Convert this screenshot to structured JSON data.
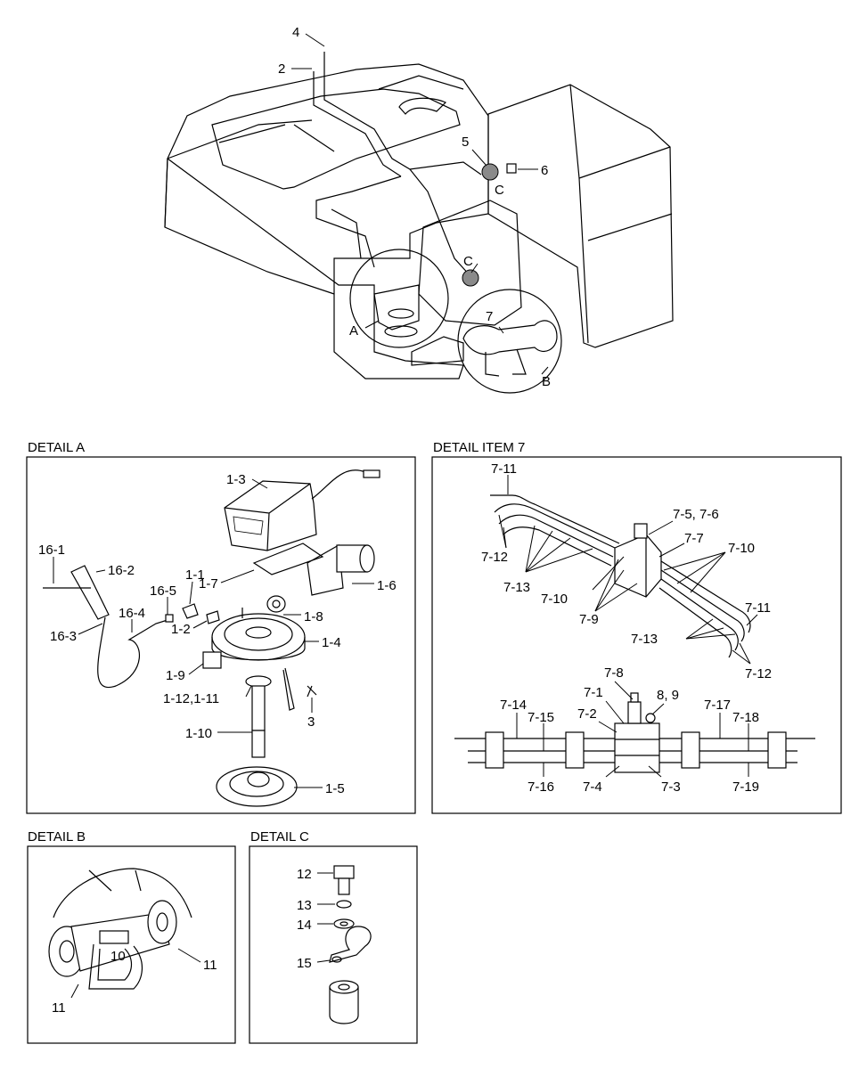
{
  "detail_titles": {
    "a": "DETAIL A",
    "item7": "DETAIL ITEM 7",
    "b": "DETAIL B",
    "c": "DETAIL C"
  },
  "main_labels": {
    "l4": "4",
    "l2": "2",
    "l5": "5",
    "l6": "6",
    "c1": "C",
    "c2": "C",
    "l7": "7",
    "a": "A",
    "b": "B"
  },
  "detail_a_labels": {
    "l13": "1-3",
    "l17": "1-7",
    "l16": "1-6",
    "l18": "1-8",
    "l14": "1-4",
    "l11": "1-1",
    "l12": "1-2",
    "l19": "1-9",
    "l1211": "1-12,1-11",
    "l110": "1-10",
    "l15": "1-5",
    "l3": "3",
    "l161": "16-1",
    "l162": "16-2",
    "l165": "16-5",
    "l164": "16-4",
    "l163": "16-3"
  },
  "detail_7_labels": {
    "l711a": "7-11",
    "l712a": "7-12",
    "l713a": "7-13",
    "l710a": "7-10",
    "l79": "7-9",
    "l756": "7-5, 7-6",
    "l77": "7-7",
    "l710b": "7-10",
    "l711b": "7-11",
    "l713b": "7-13",
    "l712b": "7-12",
    "l78": "7-8",
    "l71": "7-1",
    "l89": "8, 9",
    "l72": "7-2",
    "l714": "7-14",
    "l715": "7-15",
    "l717": "7-17",
    "l718": "7-18",
    "l716": "7-16",
    "l74": "7-4",
    "l73": "7-3",
    "l719": "7-19"
  },
  "detail_b_labels": {
    "l10": "10",
    "l11a": "11",
    "l11b": "11"
  },
  "detail_c_labels": {
    "l12": "12",
    "l13": "13",
    "l14": "14",
    "l15": "15"
  }
}
